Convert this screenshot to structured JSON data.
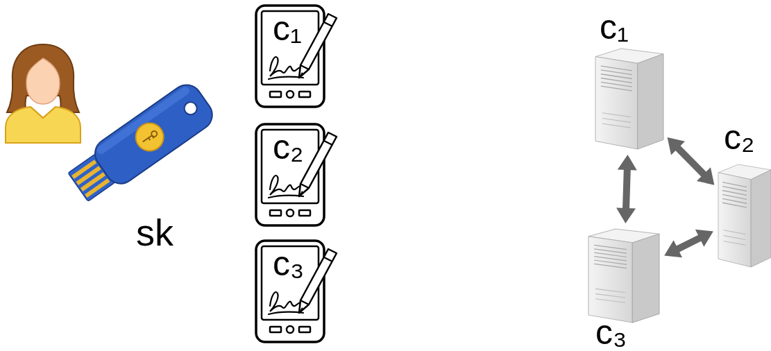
{
  "diagram": {
    "nodes": [
      {
        "text": [
          "c₁"
        ]
      },
      {
        "text": [
          "c₂"
        ]
      },
      {
        "text": [
          "c₃"
        ]
      },
      {
        "text": [
          "c₁"
        ]
      },
      {
        "text": [
          "c₂"
        ]
      },
      {
        "text": [
          "c₃"
        ]
      }
    ],
    "edges": [
      {
        "from": 3,
        "to": 4,
        "arrow": "both"
      },
      {
        "from": 3,
        "to": 5,
        "arrow": "both"
      },
      {
        "from": 4,
        "to": 5,
        "arrow": "both"
      }
    ],
    "labels": [
      "sk"
    ]
  }
}
